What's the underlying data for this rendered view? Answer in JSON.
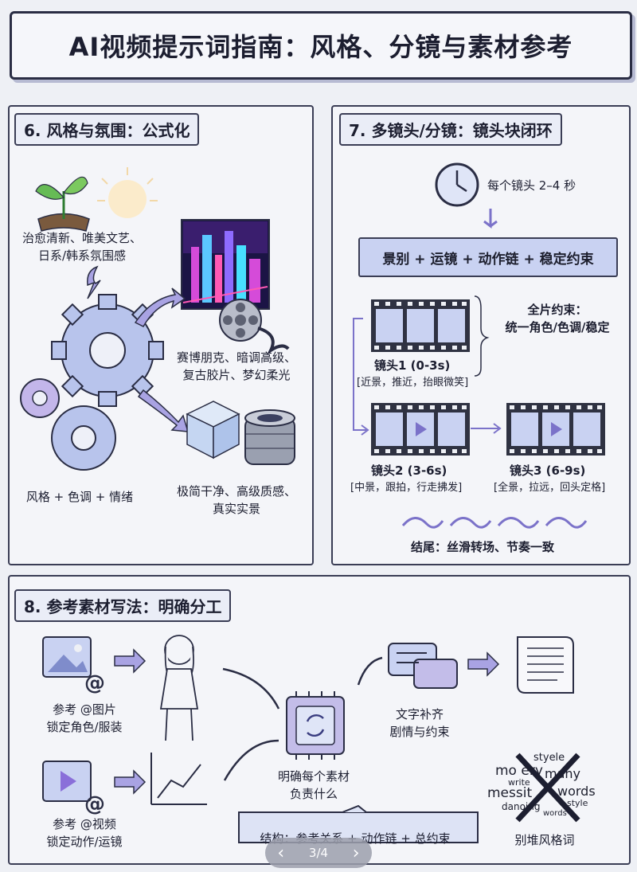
{
  "title": "AI视频提示词指南：风格、分镜与素材参考",
  "section6": {
    "title": "6. 风格与氛围：公式化",
    "style1": [
      "治愈清新、唯美文艺、",
      "日系/韩系氛围感"
    ],
    "style2": [
      "赛博朋克、暗调高级、",
      "复古胶片、梦幻柔光"
    ],
    "style3": [
      "极简干净、高级质感、",
      "真实实景"
    ],
    "formula": "风格 + 色调 + 情绪"
  },
  "section7": {
    "title": "7. 多镜头/分镜：镜头块闭环",
    "clock_label": "每个镜头 2–4 秒",
    "bar": "景别 + 运镜 + 动作链 + 稳定约束",
    "global_constraint": [
      "全片约束：",
      "统一角色/色调/稳定"
    ],
    "shot1": {
      "name": "镜头1 (0-3s)",
      "desc": "[近景，推近，抬眼微笑]"
    },
    "shot2": {
      "name": "镜头2 (3-6s)",
      "desc": "[中景，跟拍，行走拂发]"
    },
    "shot3": {
      "name": "镜头3 (6-9s)",
      "desc": "[全景，拉远，回头定格]"
    },
    "ending": "结尾：丝滑转场、节奏一致"
  },
  "section8": {
    "title": "8. 参考素材写法：明确分工",
    "ref_image": [
      "参考 @图片",
      "锁定角色/服装"
    ],
    "ref_video": [
      "参考 @视频",
      "锁定动作/运镜"
    ],
    "center": [
      "明确每个素材",
      "负责什么"
    ],
    "text_fill": [
      "文字补齐",
      "剧情与约束"
    ],
    "no_stack": "别堆风格词",
    "structure": "结构：参考关系 + 动作链 + 总约束",
    "word_cloud": [
      "styele",
      "mo ery",
      "many",
      "write",
      "messit",
      "words",
      "danoing",
      "style",
      "words"
    ]
  },
  "pager": {
    "label": "3/4",
    "prev": "‹",
    "next": "›"
  },
  "colors": {
    "accent": "#7b72c9",
    "panel_bg": "#f4f5f9",
    "bar_blue": "#c9d2f2",
    "ink": "#2a2d44"
  }
}
